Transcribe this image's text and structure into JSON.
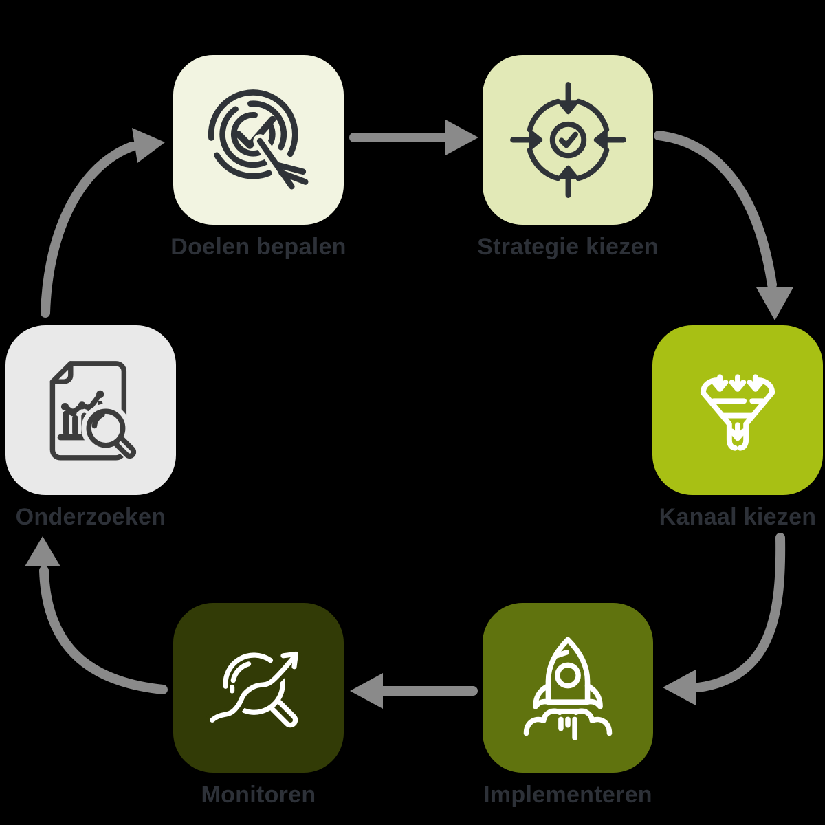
{
  "diagram": {
    "type": "cycle",
    "background_color": "#000000",
    "arrow_color": "#8a8a8a",
    "label_color": "#2d3138",
    "steps": [
      {
        "label": "Doelen bepalen",
        "box_color": "#f2f4e1",
        "icon": "target-check-icon",
        "icon_color": "#2f3338"
      },
      {
        "label": "Strategie kiezen",
        "box_color": "#e2e9b7",
        "icon": "crosshair-arrows-icon",
        "icon_color": "#2f3338"
      },
      {
        "label": "Kanaal kiezen",
        "box_color": "#a8c014",
        "icon": "funnel-icon",
        "icon_color": "#ffffff"
      },
      {
        "label": "Implementeren",
        "box_color": "#60730e",
        "icon": "rocket-launch-icon",
        "icon_color": "#ffffff"
      },
      {
        "label": "Monitoren",
        "box_color": "#323b06",
        "icon": "magnifier-trend-icon",
        "icon_color": "#ffffff"
      },
      {
        "label": "Onderzoeken",
        "box_color": "#e9e9e9",
        "icon": "document-analytics-icon",
        "icon_color": "#3c3c3c"
      }
    ],
    "flow": [
      "Doelen bepalen → Strategie kiezen",
      "Strategie kiezen → Kanaal kiezen",
      "Kanaal kiezen → Implementeren",
      "Implementeren → Monitoren",
      "Monitoren → Onderzoeken",
      "Onderzoeken → Doelen bepalen"
    ]
  }
}
